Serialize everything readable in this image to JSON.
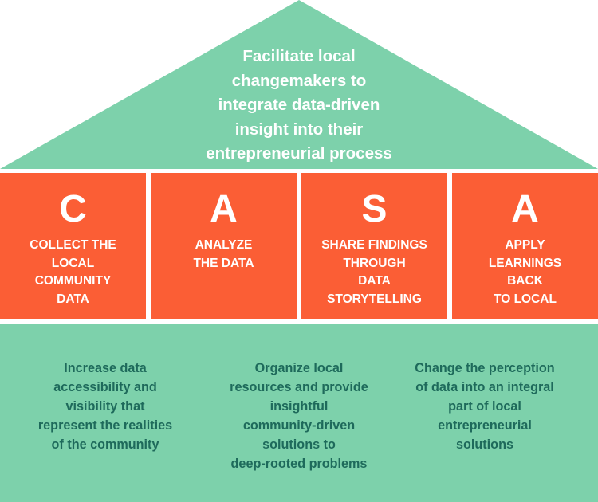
{
  "colors": {
    "green": "#7dd1ab",
    "orange": "#fb5e35",
    "white": "#ffffff",
    "teal_text": "#1e6a5b"
  },
  "roof": {
    "text_lines": [
      "Facilitate local",
      "changemakers to",
      "integrate data-driven",
      "insight into their",
      "entrepreneurial process"
    ]
  },
  "pillars": [
    {
      "letter": "C",
      "lines": [
        "COLLECT THE",
        "LOCAL",
        "COMMUNITY",
        "DATA"
      ]
    },
    {
      "letter": "A",
      "lines": [
        "ANALYZE",
        "THE DATA"
      ]
    },
    {
      "letter": "S",
      "lines": [
        "SHARE FINDINGS",
        "THROUGH",
        "DATA",
        "STORYTELLING"
      ]
    },
    {
      "letter": "A",
      "lines": [
        "APPLY",
        "LEARNINGS",
        "BACK",
        "TO LOCAL"
      ]
    }
  ],
  "base": {
    "columns": [
      {
        "lines": [
          "Increase data",
          "accessibility and",
          "visibility that",
          "represent the realities",
          "of the community"
        ]
      },
      {
        "lines": [
          "Organize local",
          "resources and provide",
          "insightful",
          "community-driven",
          "solutions to",
          "deep-rooted problems"
        ]
      },
      {
        "lines": [
          "Change the perception",
          "of data into an integral",
          "part of local",
          "entrepreneurial",
          "solutions"
        ]
      }
    ]
  }
}
